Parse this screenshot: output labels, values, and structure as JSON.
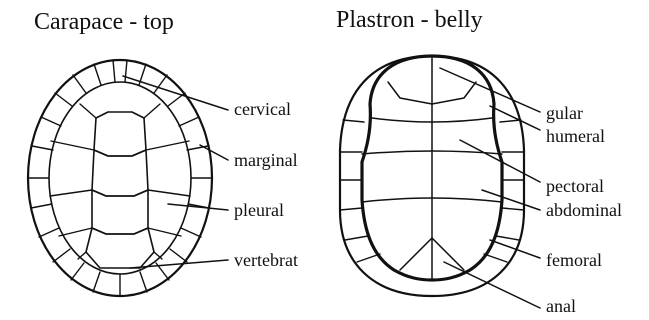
{
  "carapace": {
    "title": "Carapace - top",
    "labels": {
      "cervical": "cervical",
      "marginal": "marginal",
      "pleural": "pleural",
      "vertebral": "vertebrat"
    }
  },
  "plastron": {
    "title": "Plastron - belly",
    "labels": {
      "gular": "gular",
      "humeral": "humeral",
      "pectoral": "pectoral",
      "abdominal": "abdominal",
      "femoral": "femoral",
      "anal": "anal"
    }
  }
}
